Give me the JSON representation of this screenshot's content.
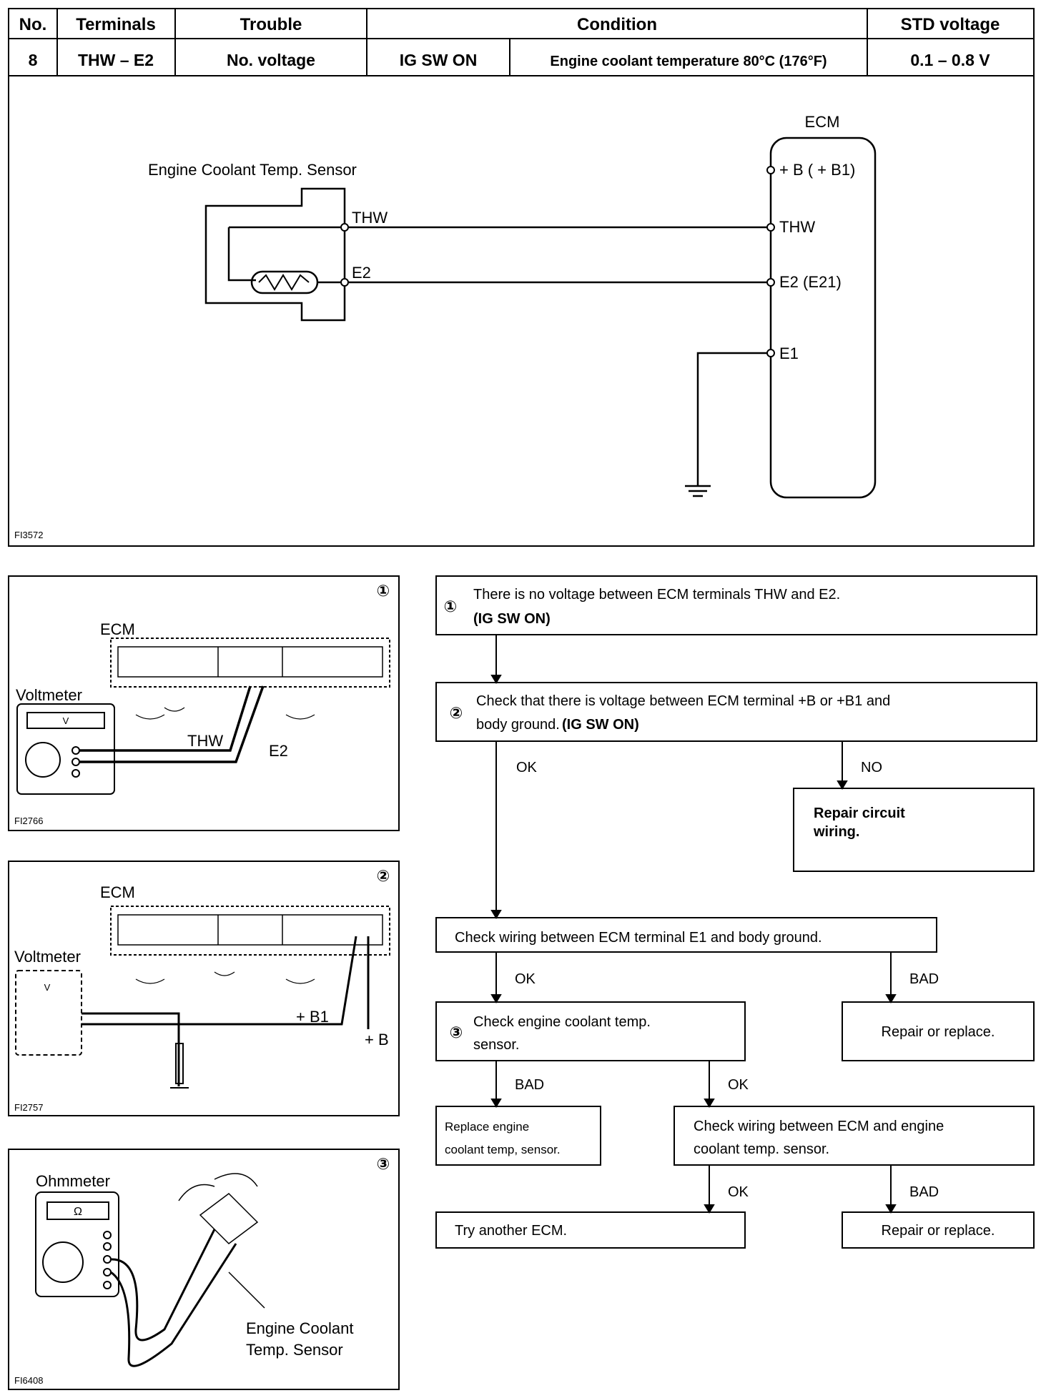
{
  "table": {
    "headers": {
      "no": "No.",
      "terminals": "Terminals",
      "trouble": "Trouble",
      "condition": "Condition",
      "std": "STD voltage"
    },
    "row": {
      "no": "8",
      "terminals": "THW – E2",
      "trouble": "No. voltage",
      "switch": "IG SW ON",
      "condition": "Engine coolant temperature 80°C (176°F)",
      "std": "0.1 – 0.8 V"
    }
  },
  "circuit": {
    "ecm_title": "ECM",
    "sensor_title": "Engine Coolant Temp. Sensor",
    "sensor_thw": "THW",
    "sensor_e2": "E2",
    "ecm_b": "+ B  ( + B1)",
    "ecm_thw": "THW",
    "ecm_e2": "E2  (E21)",
    "ecm_e1": "E1",
    "fig_code": "FI3572"
  },
  "panel1": {
    "num": "①",
    "ecm": "ECM",
    "meter": "Voltmeter",
    "meter_face": "V",
    "thw": "THW",
    "e2": "E2",
    "fig_code": "FI2766"
  },
  "panel2": {
    "num": "②",
    "ecm": "ECM",
    "meter": "Voltmeter",
    "meter_face": "V",
    "b1": "+ B1",
    "b": "+ B",
    "fig_code": "FI2757"
  },
  "panel3": {
    "num": "③",
    "meter": "Ohmmeter",
    "meter_face": "Ω",
    "sensor_line1": "Engine Coolant",
    "sensor_line2": "Temp. Sensor",
    "fig_code": "FI6408"
  },
  "flow": {
    "s1_num": "①",
    "s1_line1": "There is no voltage between ECM terminals THW and E2.",
    "s1_line2": "(IG SW ON)",
    "s2_num": "②",
    "s2_line1": "Check that there is voltage between ECM terminal +B or +B1 and",
    "s2_line2a": "body ground.",
    "s2_line2b": "(IG SW ON)",
    "ok": "OK",
    "no": "NO",
    "bad": "BAD",
    "repair_circuit_1": "Repair circuit",
    "repair_circuit_2": "wiring.",
    "e1_check": "Check wiring between ECM terminal E1 and body ground.",
    "s3_num": "③",
    "s3_line1": "Check engine coolant temp.",
    "s3_line2": "sensor.",
    "repair_replace_1": "Repair or replace.",
    "replace_sensor_1": "Replace engine",
    "replace_sensor_2": "coolant temp, sensor.",
    "wiring_line1": "Check wiring between ECM and engine",
    "wiring_line2": "coolant temp. sensor.",
    "try_ecm": "Try another ECM.",
    "repair_replace_2": "Repair or replace."
  }
}
